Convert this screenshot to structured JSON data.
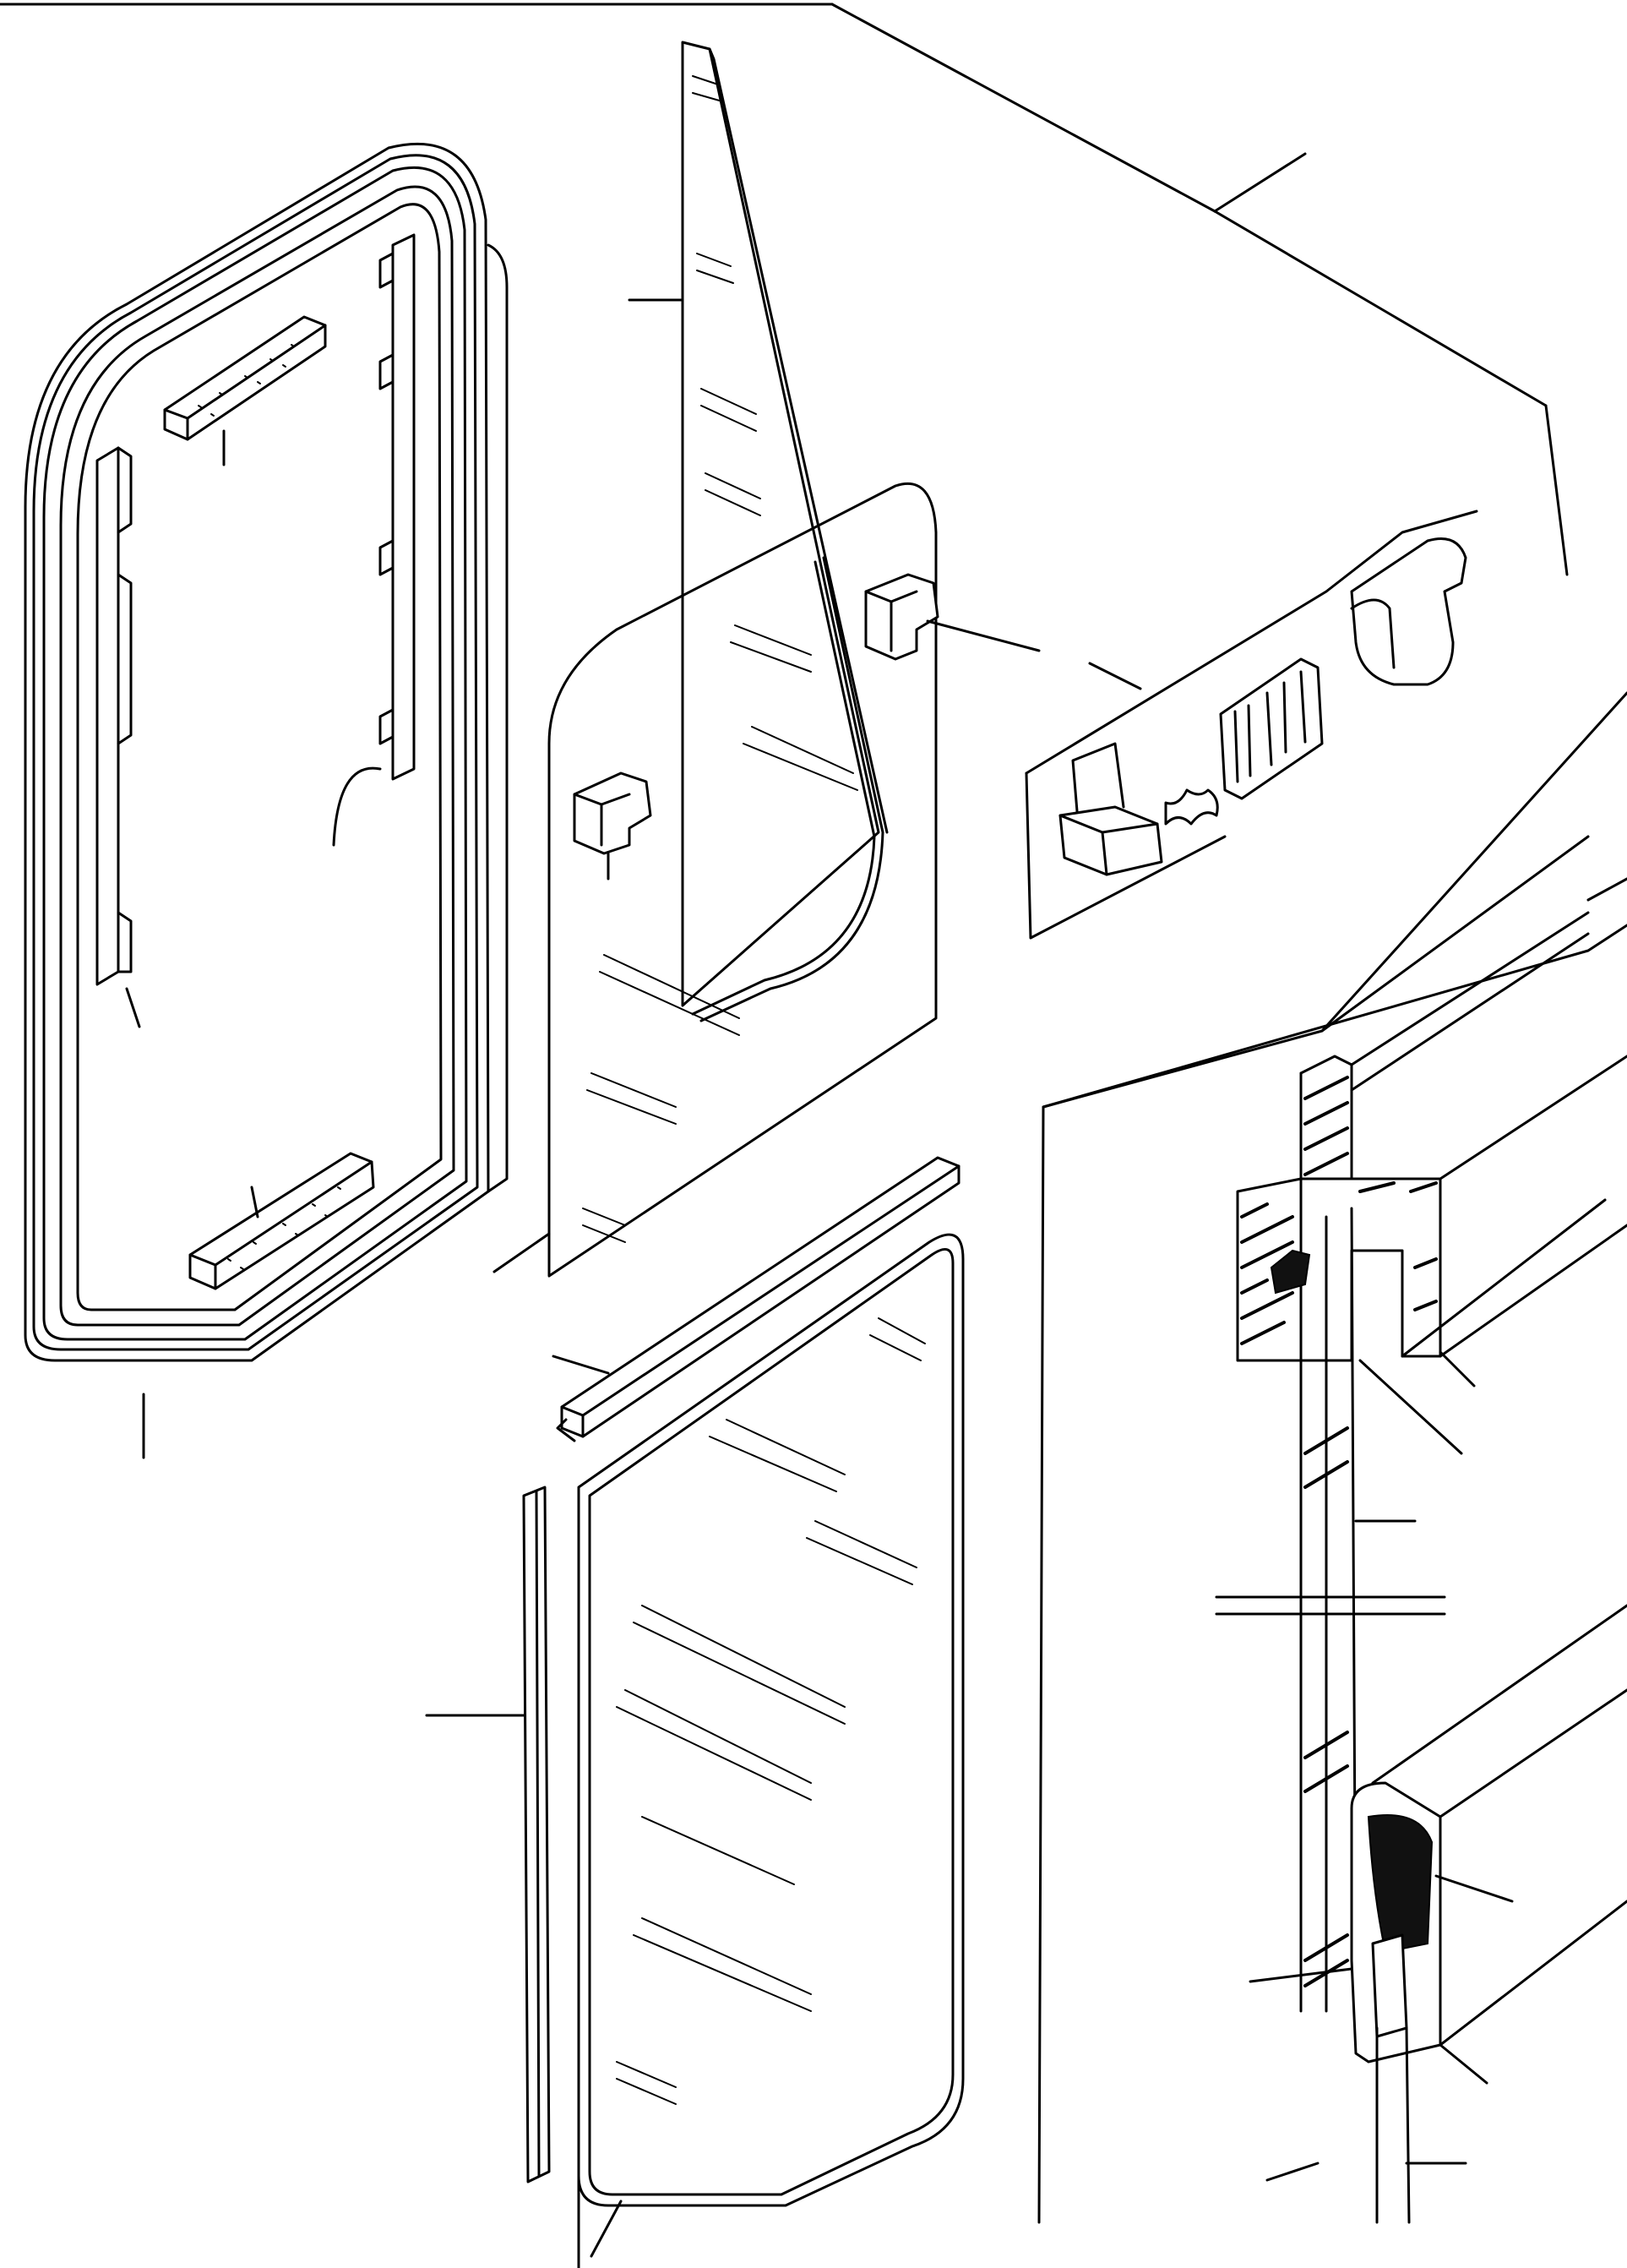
{
  "figure": {
    "kind": "exploded technical line drawing",
    "ink_color": "#000000",
    "paper_color": "#ffffff"
  },
  "parts": [
    {
      "name": "window-frame"
    },
    {
      "name": "frame-foam-strip-top"
    },
    {
      "name": "frame-foam-strip-bottom"
    },
    {
      "name": "frame-side-rail-left"
    },
    {
      "name": "frame-side-rail-right"
    },
    {
      "name": "triangular-vent-glass"
    },
    {
      "name": "upper-glass-pane"
    },
    {
      "name": "pane-catch-upper"
    },
    {
      "name": "pane-catch-lower"
    },
    {
      "name": "lower-glass-pane"
    },
    {
      "name": "top-glazing-channel"
    },
    {
      "name": "side-glazing-channel"
    },
    {
      "name": "catch-kit-detail"
    },
    {
      "name": "sectional-detail"
    }
  ],
  "footer": {
    "left_caption": "",
    "right_caption": ""
  }
}
